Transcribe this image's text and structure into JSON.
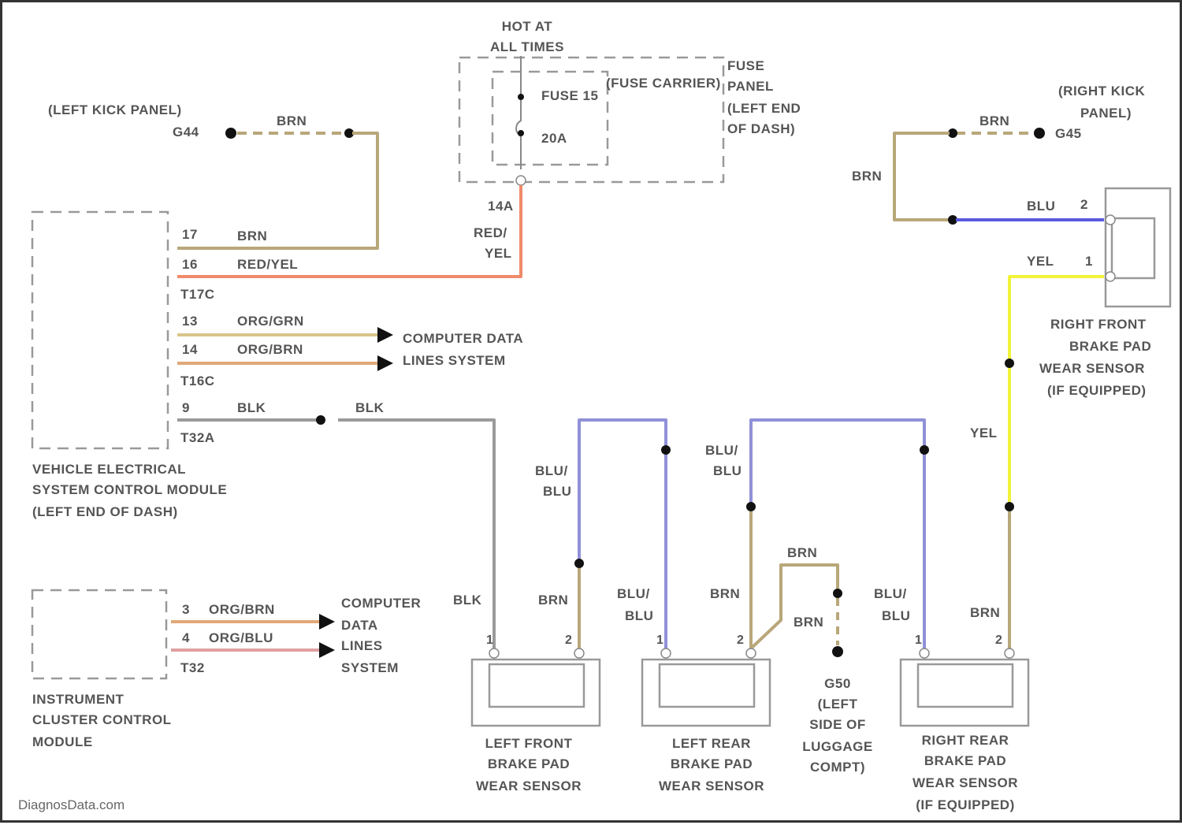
{
  "colors": {
    "brn": "#b8a77a",
    "red_yel": "#f08a6a",
    "org_grn": "#d9c48a",
    "org_brn": "#e0a878",
    "org_blu": "#e0a0a0",
    "blk": "#9a9a9a",
    "blu": "#5a5ae0",
    "blu_blu": "#9090d8",
    "yel": "#f2f23a"
  },
  "power": {
    "hot_line1": "HOT AT",
    "hot_line2": "ALL TIMES",
    "fuse_name": "FUSE 15",
    "fuse_rating": "20A",
    "fuse_carrier": "(FUSE CARRIER)",
    "fuse_panel_l1": "FUSE",
    "fuse_panel_l2": "PANEL",
    "fuse_panel_l3": "(LEFT END",
    "fuse_panel_l4": "OF DASH)",
    "wire_14a": "14A",
    "wire_red": "RED/",
    "wire_yel": "YEL"
  },
  "grounds": {
    "left_kick": "(LEFT KICK PANEL)",
    "g44": "G44",
    "right_kick_l1": "(RIGHT KICK",
    "right_kick_l2": "PANEL)",
    "g45": "G45",
    "g50": "G50",
    "g50_l1": "(LEFT",
    "g50_l2": "SIDE OF",
    "g50_l3": "LUGGAGE",
    "g50_l4": "COMPT)"
  },
  "vescm": {
    "line1": "VEHICLE ELECTRICAL",
    "line2": "SYSTEM CONTROL MODULE",
    "line3": "(LEFT END OF DASH)",
    "pin17": "17",
    "pin16": "16",
    "conn_t17c": "T17C",
    "pin13": "13",
    "pin14": "14",
    "conn_t16c": "T16C",
    "pin9": "9",
    "conn_t32a": "T32A"
  },
  "cluster": {
    "line1": "INSTRUMENT",
    "line2": "CLUSTER CONTROL",
    "line3": "MODULE",
    "pin3": "3",
    "pin4": "4",
    "conn_t32": "T32"
  },
  "data_lines": {
    "cds1_l1": "COMPUTER DATA",
    "cds1_l2": "LINES SYSTEM",
    "cds2_l1": "COMPUTER",
    "cds2_l2": "DATA",
    "cds2_l3": "LINES",
    "cds2_l4": "SYSTEM"
  },
  "wires": {
    "brn": "BRN",
    "red_yel": "RED/YEL",
    "org_grn": "ORG/GRN",
    "org_brn": "ORG/BRN",
    "org_blu": "ORG/BLU",
    "blk": "BLK",
    "blu": "BLU",
    "yel": "YEL",
    "blu_slash": "BLU/",
    "blu_end": "BLU"
  },
  "sensors": {
    "rf_l1": "RIGHT FRONT",
    "rf_l2": "BRAKE PAD",
    "rf_l3": "WEAR SENSOR",
    "rf_l4": "(IF EQUIPPED)",
    "lf_l1": "LEFT FRONT",
    "lf_l2": "BRAKE PAD",
    "lf_l3": "WEAR SENSOR",
    "lr_l1": "LEFT REAR",
    "lr_l2": "BRAKE PAD",
    "lr_l3": "WEAR SENSOR",
    "rr_l1": "RIGHT REAR",
    "rr_l2": "BRAKE PAD",
    "rr_l3": "WEAR SENSOR",
    "rr_l4": "(IF EQUIPPED)",
    "pin1": "1",
    "pin2": "2"
  },
  "watermark": "DiagnosData.com"
}
